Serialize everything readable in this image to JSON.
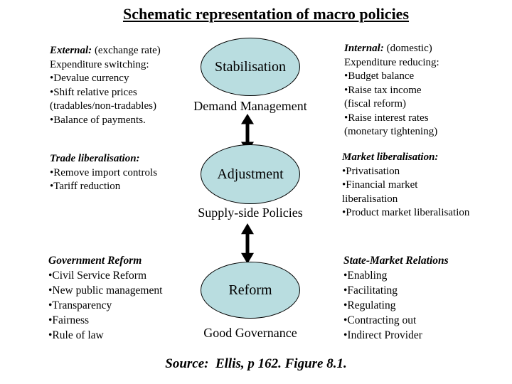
{
  "title": "Schematic representation of macro policies",
  "colors": {
    "background": "#FFFFFF",
    "ellipse_fill": "#B9DDE0",
    "outline": "#000000",
    "text": "#000000"
  },
  "center": {
    "nodes": [
      {
        "label": "Stabilisation",
        "sublabel": "Demand Management"
      },
      {
        "label": "Adjustment",
        "sublabel": "Supply-side Policies"
      },
      {
        "label": "Reform",
        "sublabel": "Good Governance"
      }
    ],
    "arrow_icon": "double-headed-vertical-arrow"
  },
  "left_blocks": [
    {
      "header": "External:",
      "header_suffix": " (exchange rate)",
      "lines": [
        "Expenditure switching:",
        "•Devalue currency",
        "•Shift relative prices",
        "(tradables/non-tradables)",
        "•Balance of payments."
      ]
    },
    {
      "header": "Trade liberalisation:",
      "header_suffix": "",
      "lines": [
        "•Remove import controls",
        "•Tariff reduction"
      ]
    },
    {
      "header": "Government Reform",
      "header_suffix": "",
      "lines": [
        "•Civil Service Reform",
        "•New public management",
        "•Transparency",
        "•Fairness",
        "•Rule of law"
      ]
    }
  ],
  "right_blocks": [
    {
      "header": "Internal:",
      "header_suffix": " (domestic)",
      "lines": [
        "Expenditure reducing:",
        "•Budget balance",
        "•Raise tax income",
        "(fiscal reform)",
        "•Raise interest rates",
        "(monetary tightening)"
      ]
    },
    {
      "header": "Market liberalisation:",
      "header_suffix": "",
      "lines": [
        "•Privatisation",
        "•Financial market",
        "liberalisation",
        "•Product market liberalisation"
      ]
    },
    {
      "header": "State-Market Relations",
      "header_suffix": "",
      "lines": [
        "•Enabling",
        "•Facilitating",
        "•Regulating",
        "•Contracting out",
        "•Indirect Provider"
      ]
    }
  ],
  "source": "Source:  Ellis, p 162. Figure 8.1."
}
